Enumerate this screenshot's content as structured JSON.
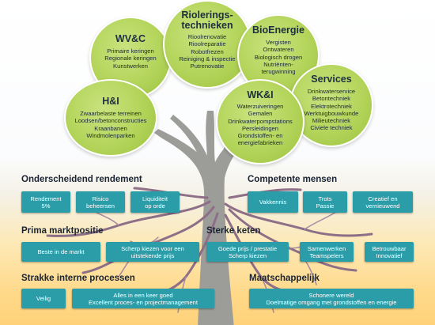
{
  "circles": {
    "wvc": {
      "title": "WV&C",
      "items": [
        "Primaire keringen",
        "Regionale keringen",
        "Kunstwerken"
      ]
    },
    "riool": {
      "title_line1": "Riolerings-",
      "title_line2": "technieken",
      "items": [
        "Rioolrenovatie",
        "Rioolreparatie",
        "Robotfrezen",
        "Reiniging & inspectie",
        "Putrenovatie"
      ]
    },
    "bio": {
      "title": "BioEnergie",
      "items": [
        "Vergisten",
        "Ontwateren",
        "Biologisch drogen",
        "Nutriënten-",
        "terugwinning"
      ]
    },
    "services": {
      "title": "Services",
      "items": [
        "Drinkwaterservice",
        "Betontechniek",
        "Elektrotechniek",
        "Werktuigbouwkunde",
        "Milieutechniek",
        "Civiele techniek"
      ]
    },
    "hi": {
      "title": "H&I",
      "items": [
        "Zwaarbelaste terreinen",
        "Loodsen/betonconstructies",
        "Kraanbanen",
        "Windmolenparken"
      ]
    },
    "wki": {
      "title": "WK&I",
      "items": [
        "Waterzuiveringen",
        "Gemalen",
        "Drinkwaterpompstations",
        "Persleidingen",
        "Grondstoffen- en",
        "energiefabrieken"
      ]
    }
  },
  "sections": {
    "onderscheidend": {
      "title": "Onderscheidend rendement",
      "boxes": [
        [
          "Rendement",
          "5%"
        ],
        [
          "Risico",
          "beheersen"
        ],
        [
          "Liquiditeit",
          "op orde"
        ]
      ]
    },
    "competente": {
      "title": "Competente mensen",
      "boxes": [
        [
          "Vakkennis"
        ],
        [
          "Trots",
          "Passie"
        ],
        [
          "Creatief en",
          "vernieuwend"
        ]
      ]
    },
    "prima": {
      "title": "Prima marktpositie",
      "boxes": [
        [
          "Beste in de markt"
        ],
        [
          "Scherp kiezen voor een",
          "uitstekende prijs"
        ]
      ]
    },
    "sterke": {
      "title": "Sterke keten",
      "boxes": [
        [
          "Goede prijs / prestatie",
          "Scherp kiezen"
        ],
        [
          "Samenwerken",
          "Teamspelers"
        ],
        [
          "Betrouwbaar",
          "Innovatief"
        ]
      ]
    },
    "strakke": {
      "title": "Strakke interne processen",
      "boxes": [
        [
          "Veilig"
        ],
        [
          "Alles in een keer goed",
          "Excellent proces- en projectmanagement"
        ]
      ]
    },
    "maatschappelijk": {
      "title": "Maatschappelijk",
      "boxes": [
        [
          "Schonere wereld",
          "Doelmatige omgang met grondstoffen en energie"
        ]
      ]
    }
  },
  "colors": {
    "circle_fill": "#b3d45a",
    "box_fill": "#2b9da9",
    "trunk": "#9a9a96",
    "roots": "#8a6a84"
  }
}
